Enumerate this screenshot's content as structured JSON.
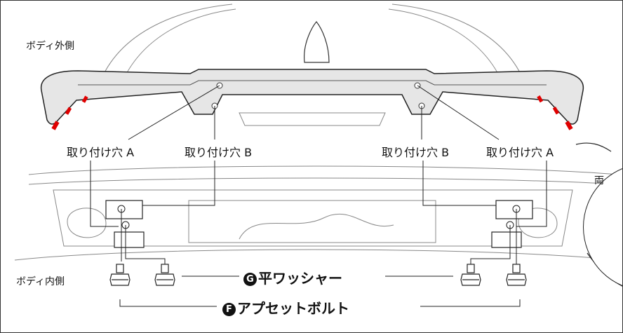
{
  "labels": {
    "body_outside": "ボディ外側",
    "body_inside": "ボディ内側",
    "hole_a_left": "取り付け穴 A",
    "hole_b_left": "取り付け穴 B",
    "hole_b_right": "取り付け穴 B",
    "hole_a_right": "取り付け穴 A",
    "washer_badge": "G",
    "washer": "平ワッシャー",
    "bolt_badge": "F",
    "bolt": "アプセットボルト",
    "callout_partial": "両"
  },
  "colors": {
    "line": "#222222",
    "spoiler_fill": "#e6e6e6",
    "accent_red": "#e00000"
  }
}
